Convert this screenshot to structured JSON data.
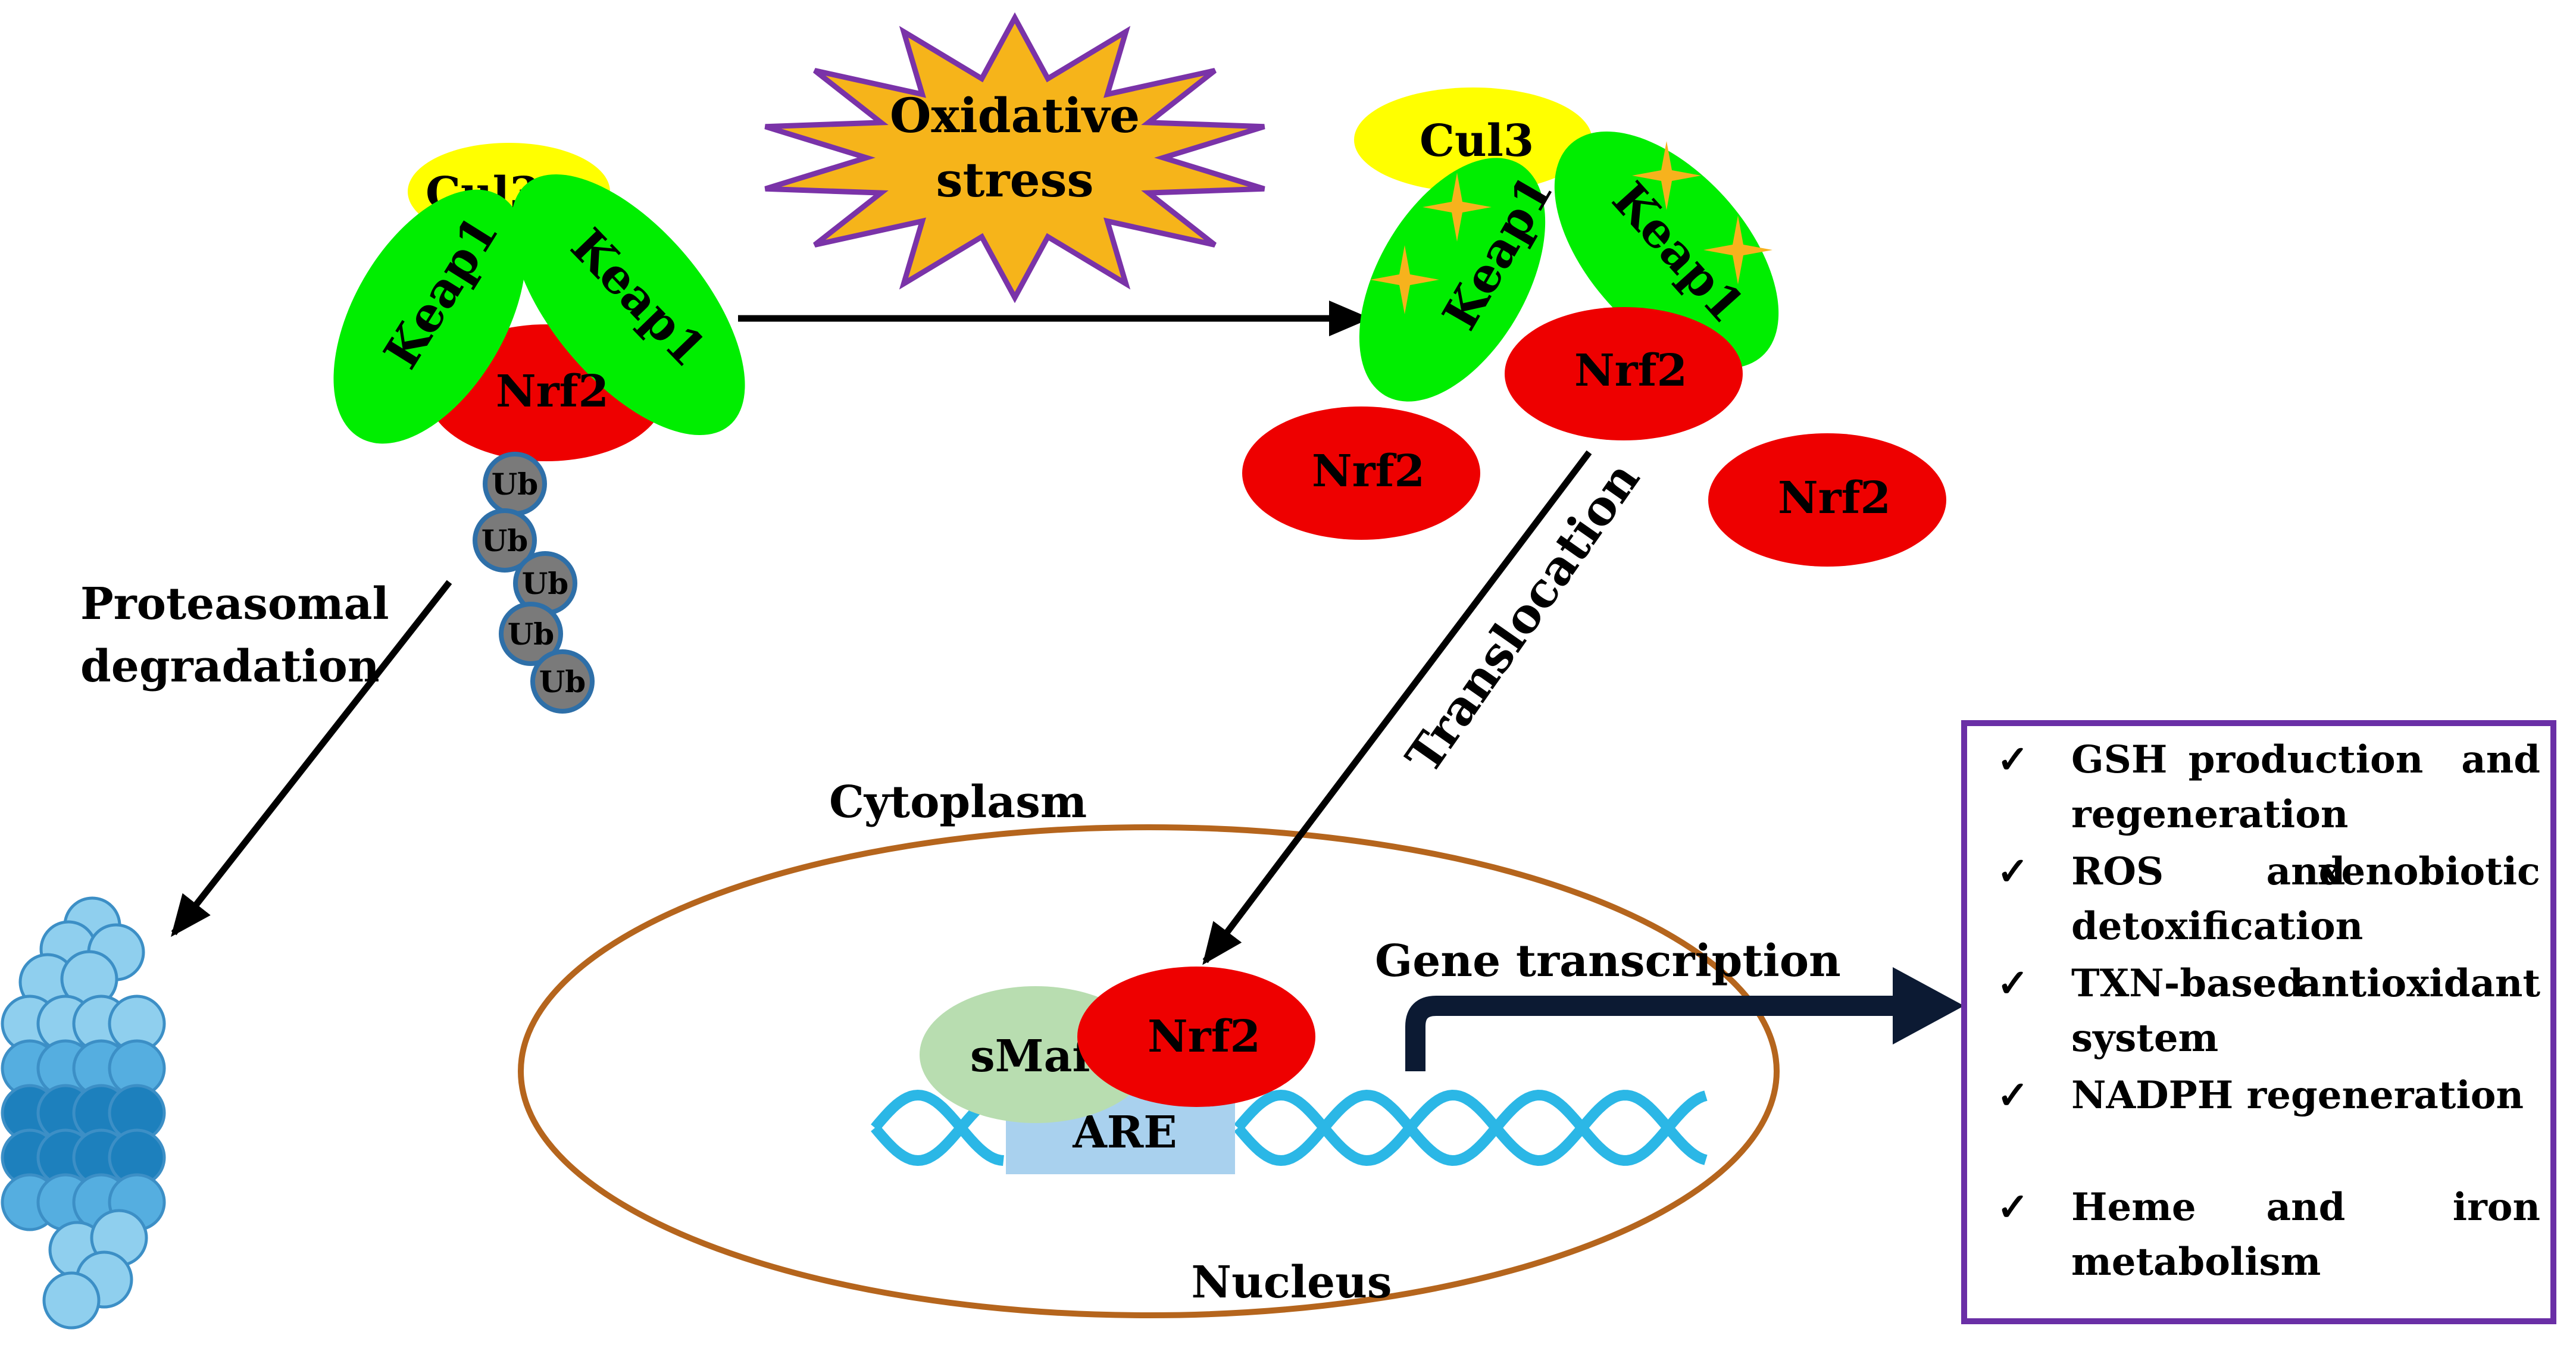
{
  "colors": {
    "cul3": "#ffff00",
    "keap1": "#00ee00",
    "nrf2": "#ee0000",
    "ub": "#7a7a7a",
    "ub_outline": "#2e6fa8",
    "star": "#f7b21d",
    "burst_fill": "#f6b41a",
    "burst_stroke": "#7a33a8",
    "nucleus": "#b5651d",
    "smaf": "#b8ddb0",
    "are": "#a9d1ee",
    "dna": "#2bb7e6",
    "box_border": "#6a2fa6",
    "proteasome_light": "#8fcfee",
    "proteasome_dark": "#1d80bd",
    "arrow": "#000000",
    "gene_arrow": "#0c1a33"
  },
  "left_complex": {
    "cul3": "Cul3",
    "keap1_left": "Keap1",
    "keap1_right": "Keap1",
    "nrf2": "Nrf2",
    "ub_labels": [
      "Ub",
      "Ub",
      "Ub",
      "Ub",
      "Ub"
    ]
  },
  "right_complex": {
    "cul3": "Cul3",
    "keap1_left": "Keap1",
    "keap1_right": "Keap1",
    "nrf2_bound": "Nrf2",
    "nrf2_free_left": "Nrf2",
    "nrf2_free_right": "Nrf2"
  },
  "stress": {
    "line1": "Oxidative",
    "line2": "stress"
  },
  "labels": {
    "proteasomal_line1": "Proteasomal",
    "proteasomal_line2": "degradation",
    "translocation": "Translocation",
    "cytoplasm": "Cytoplasm",
    "nucleus": "Nucleus",
    "gene_transcription": "Gene transcription"
  },
  "nucleus_items": {
    "smaf": "sMaf",
    "nrf2": "Nrf2",
    "are": "ARE"
  },
  "outcomes": {
    "check": "✓",
    "items": [
      {
        "line1_words": [
          "GSH",
          "production",
          "and"
        ],
        "line2": "regeneration"
      },
      {
        "line1_words": [
          "ROS",
          "and",
          "xenobiotic"
        ],
        "line2": "detoxification"
      },
      {
        "line1_words": [
          "TXN-based",
          "antioxidant"
        ],
        "line2": "system"
      },
      {
        "line1_words": [
          "NADPH regeneration"
        ],
        "line2": ""
      },
      {
        "line1_words": [
          "Heme",
          "and",
          "iron"
        ],
        "line2": "metabolism"
      }
    ]
  }
}
